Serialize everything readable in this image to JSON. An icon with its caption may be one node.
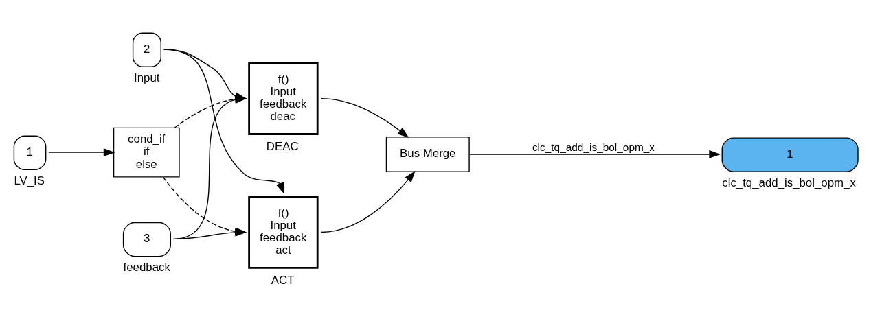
{
  "diagram": {
    "nodes": [
      {
        "text": [
          "1"
        ],
        "beside": [
          "LV_IS"
        ]
      },
      {
        "text": [
          "cond_if",
          "if",
          "else"
        ]
      },
      {
        "text": [
          "2"
        ],
        "beside": [
          "Input"
        ]
      },
      {
        "text": [
          "3"
        ],
        "beside": [
          "feedback"
        ]
      },
      {
        "text": [
          "f()",
          "Input",
          "feedback",
          "act"
        ],
        "beside": [
          "ACT"
        ]
      },
      {
        "text": [
          "f()",
          "Input",
          "feedback",
          "deac"
        ],
        "beside": [
          "DEAC"
        ]
      },
      {
        "text": [
          "Bus Merge"
        ]
      },
      {
        "text": [
          "1"
        ],
        "beside": [
          "clc_tq_add_is_bol_opm_x"
        ]
      }
    ],
    "edges": [
      {
        "from": 0,
        "to": 1,
        "arrow": "to"
      },
      {
        "from": 1,
        "to": 4,
        "arrow": "to",
        "style": "dashed"
      },
      {
        "from": 1,
        "to": 5,
        "arrow": "to",
        "style": "dashed"
      },
      {
        "from": 2,
        "to": 4,
        "arrow": "to"
      },
      {
        "from": 2,
        "to": 5,
        "arrow": "to"
      },
      {
        "from": 3,
        "to": 4,
        "arrow": "to"
      },
      {
        "from": 3,
        "to": 5,
        "arrow": "to"
      },
      {
        "from": 4,
        "to": 6,
        "arrow": "to"
      },
      {
        "from": 5,
        "to": 6,
        "arrow": "to"
      },
      {
        "from": 6,
        "to": 7,
        "arrow": "to",
        "label": "clc_tq_add_is_bol_opm_x"
      }
    ]
  }
}
